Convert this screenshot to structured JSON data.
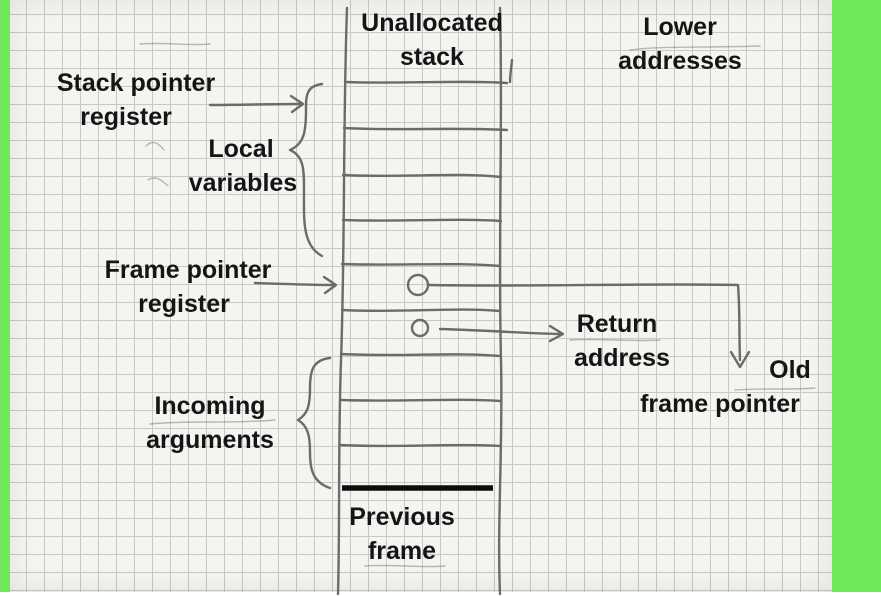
{
  "labels": {
    "unallocated_stack": [
      "Unallocated",
      "stack"
    ],
    "lower_addresses": [
      "Lower",
      "addresses"
    ],
    "stack_pointer_register": [
      "Stack pointer",
      "register"
    ],
    "local_variables": [
      "Local",
      "variables"
    ],
    "frame_pointer_register": [
      "Frame pointer",
      "register"
    ],
    "return_address": [
      "Return",
      "address"
    ],
    "old_frame_pointer": [
      "Old",
      "frame pointer"
    ],
    "incoming_arguments": [
      "Incoming",
      "arguments"
    ],
    "previous_frame": [
      "Previous",
      "frame"
    ]
  },
  "colors": {
    "background_green": "#6fe85a",
    "pencil": "#6b6b6b",
    "ink": "#151515"
  }
}
